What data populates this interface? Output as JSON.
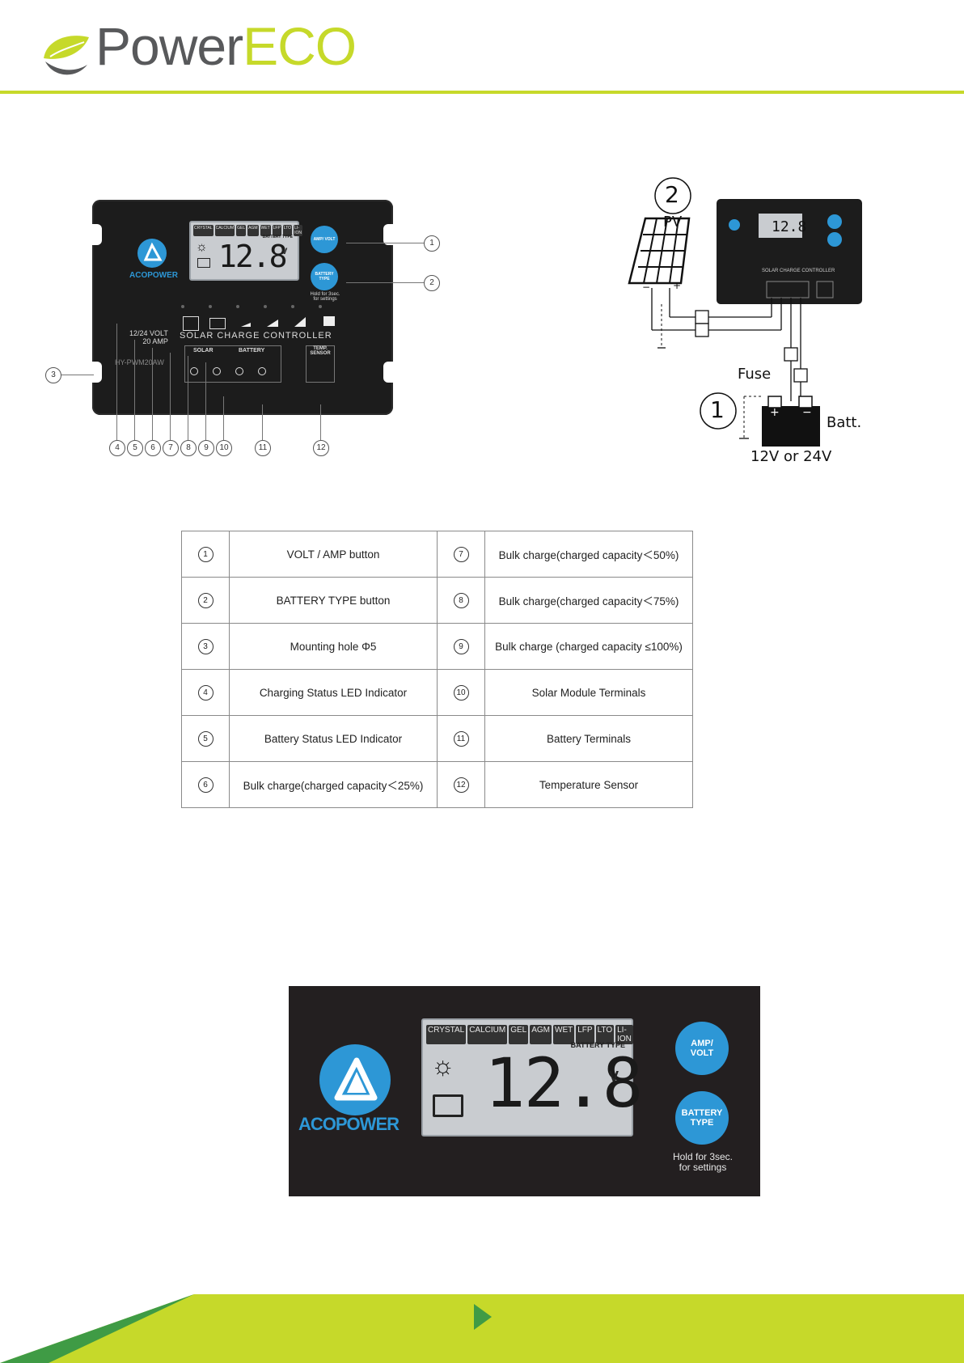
{
  "brand": {
    "power": "Power",
    "eco": "ECO"
  },
  "controller": {
    "logo": "ACOPOWER",
    "lcd_types": [
      "CRYSTAL",
      "CALCIUM",
      "GEL",
      "AGM",
      "WET",
      "LFP",
      "LTO",
      "LI-ION"
    ],
    "battery_type_label": "BATTERY TYPE",
    "reading": "12.8",
    "unit": "V",
    "btn_amp_volt": "AMP/ VOLT",
    "btn_battery_type": "BATTERY TYPE",
    "hold_line1": "Hold for 3sec.",
    "hold_line2": "for settings",
    "rating_volt": "12/24 VOLT",
    "rating_amp": "20 AMP",
    "model": "HY-PWM20AW",
    "title": "SOLAR CHARGE CONTROLLER",
    "solar": "SOLAR",
    "battery": "BATTERY",
    "temp_sensor_1": "TEMP.",
    "temp_sensor_2": "SENSOR",
    "callouts": [
      "1",
      "2",
      "3",
      "4",
      "5",
      "6",
      "7",
      "8",
      "9",
      "10",
      "11",
      "12"
    ]
  },
  "wiring": {
    "pv_num": "2",
    "pv_label": "PV",
    "batt_num": "1",
    "fuse": "Fuse",
    "batt": "Batt.",
    "voltage": "12V or 24V",
    "minus": "−",
    "plus": "+"
  },
  "legend": [
    {
      "n": "1",
      "text": "VOLT / AMP button",
      "n2": "7",
      "text2": "Bulk charge(charged capacity＜50%)"
    },
    {
      "n": "2",
      "text": "BATTERY TYPE button",
      "n2": "8",
      "text2": "Bulk charge(charged capacity＜75%)"
    },
    {
      "n": "3",
      "text": "Mounting hole Φ5",
      "n2": "9",
      "text2": "Bulk charge (charged capacity ≤100%)"
    },
    {
      "n": "4",
      "text": "Charging Status LED Indicator",
      "n2": "10",
      "text2": "Solar Module Terminals"
    },
    {
      "n": "5",
      "text": "Battery Status LED Indicator",
      "n2": "11",
      "text2": "Battery Terminals"
    },
    {
      "n": "6",
      "text": "Bulk charge(charged capacity＜25%)",
      "n2": "12",
      "text2": "Temperature Sensor"
    }
  ],
  "colors": {
    "brand_green": "#c6d92a",
    "brand_gray": "#58595b",
    "button_blue": "#2d97d6"
  }
}
